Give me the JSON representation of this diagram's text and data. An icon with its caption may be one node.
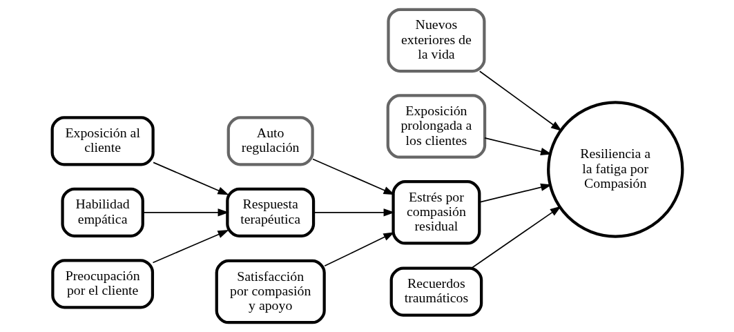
{
  "diagram": {
    "nodes": [
      {
        "text": [
          "Nuevos exteriores de la vida"
        ]
      },
      {
        "text": [
          "Exposición al cliente"
        ]
      },
      {
        "text": [
          "Auto regulación"
        ]
      },
      {
        "text": [
          "Exposición prolongada a los clientes"
        ]
      },
      {
        "text": [
          "Habilidad empática"
        ]
      },
      {
        "text": [
          "Respuesta terapéutica"
        ]
      },
      {
        "text": [
          "Estrés por compasión residual"
        ]
      },
      {
        "text": [
          "Resiliencia a la fatiga por Compasión"
        ]
      },
      {
        "text": [
          "Preocupación por el cliente"
        ]
      },
      {
        "text": [
          "Satisfacción por compasión y apoyo"
        ]
      },
      {
        "text": [
          "Recuerdos traumáticos"
        ]
      }
    ],
    "edges": [
      {
        "from": 1,
        "to": 5,
        "arrow": "to"
      },
      {
        "from": 4,
        "to": 5,
        "arrow": "to"
      },
      {
        "from": 8,
        "to": 5,
        "arrow": "to"
      },
      {
        "from": 5,
        "to": 6,
        "arrow": "to"
      },
      {
        "from": 2,
        "to": 6,
        "arrow": "to"
      },
      {
        "from": 9,
        "to": 6,
        "arrow": "to"
      },
      {
        "from": 6,
        "to": 7,
        "arrow": "to"
      },
      {
        "from": 3,
        "to": 7,
        "arrow": "to"
      },
      {
        "from": 0,
        "to": 7,
        "arrow": "to"
      },
      {
        "from": 10,
        "to": 7,
        "arrow": "to"
      }
    ]
  }
}
